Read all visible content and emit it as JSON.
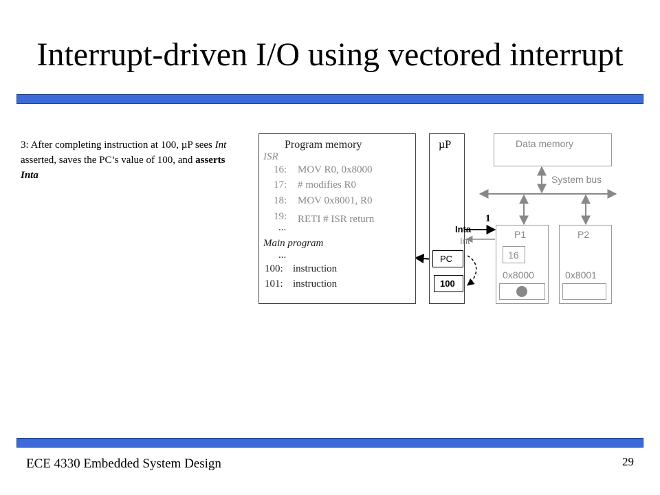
{
  "title": "Interrupt-driven I/O using vectored interrupt",
  "description": {
    "step_prefix": "3: After completing instruction at 100, µP sees ",
    "int_word": "Int",
    "mid": " asserted, saves the PC’s value of 100, and ",
    "asserts": "asserts",
    "inta": "Inta"
  },
  "program_memory": {
    "label": "Program memory",
    "isr_label": "ISR",
    "isr_lines": [
      {
        "num": "16:",
        "code": "MOV R0, 0x8000"
      },
      {
        "num": "17:",
        "code": "# modifies R0"
      },
      {
        "num": "18:",
        "code": "MOV 0x8001, R0"
      },
      {
        "num": "19:",
        "code": "RETI  # ISR return"
      }
    ],
    "ellipsis": "...",
    "main_label": "Main program",
    "main_lines": [
      {
        "num": "100:",
        "code": "instruction"
      },
      {
        "num": "101:",
        "code": "instruction"
      }
    ]
  },
  "microprocessor": {
    "label": "µP",
    "pc_label": "PC",
    "pc_value": "100",
    "inta_label": "Inta",
    "int_label": "Int",
    "inta_signal_value": "1"
  },
  "data_memory": {
    "label": "Data memory"
  },
  "system_bus": {
    "label": "System bus"
  },
  "peripherals": [
    {
      "name": "P1",
      "register_value": "16",
      "address": "0x8000"
    },
    {
      "name": "P2",
      "address": "0x8001"
    }
  ],
  "footer": {
    "course": "ECE 4330 Embedded System Design",
    "page_number": "29"
  },
  "colors": {
    "rule_blue": "#3a6bd8",
    "gray_text": "#888888"
  }
}
